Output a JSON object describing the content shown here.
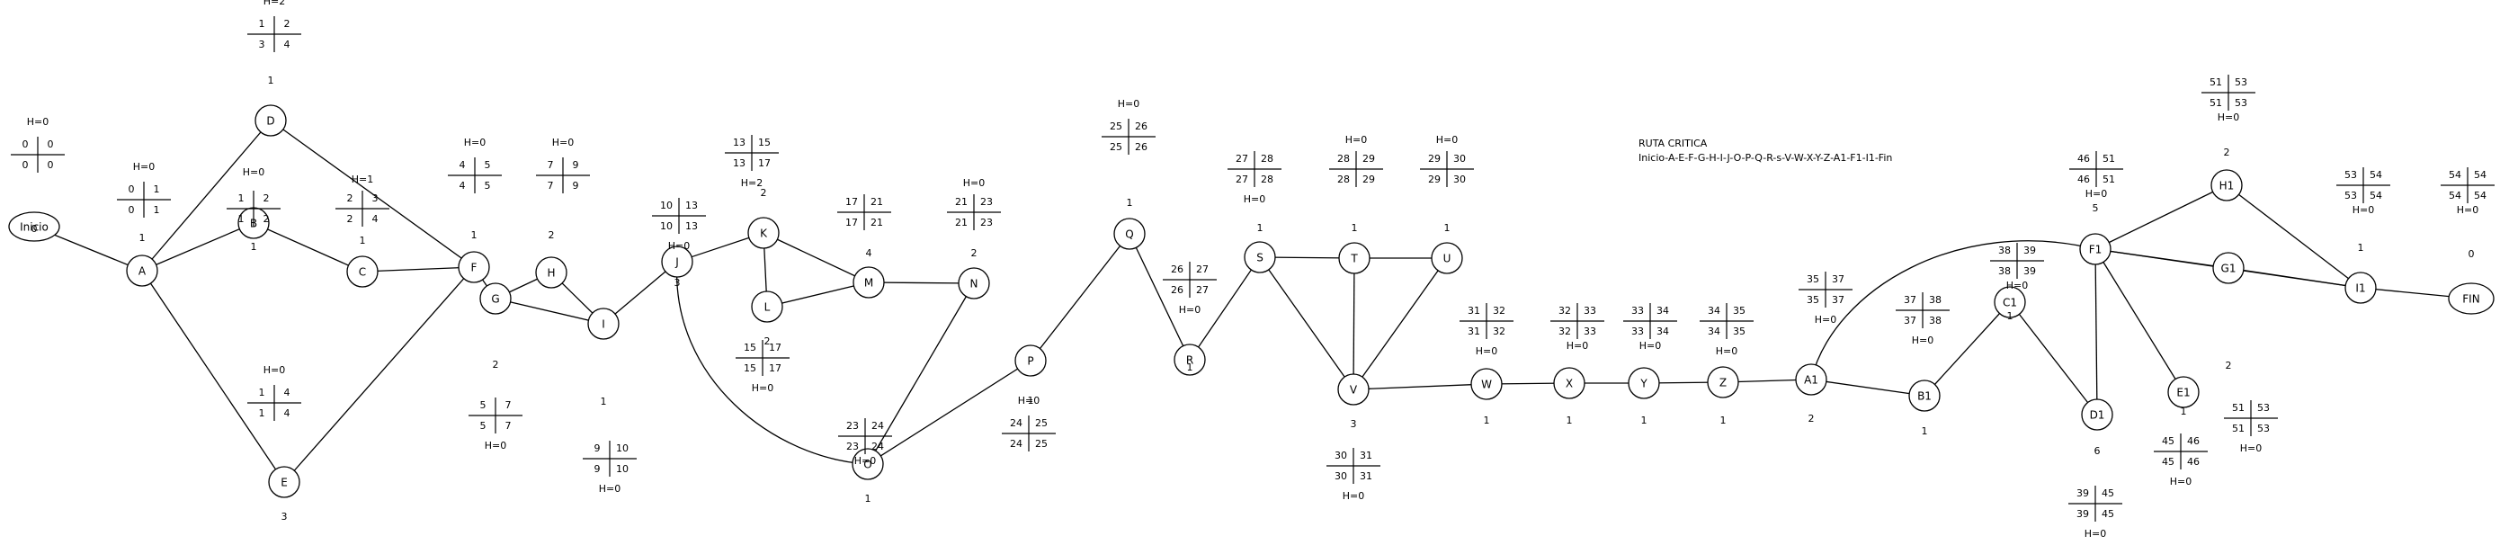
{
  "critical_path": {
    "title": "RUTA CRITICA",
    "sequence": "Inicio-A-E-F-G-H-I-J-O-P-Q-R-s-V-W-X-Y-Z-A1-F1-I1-Fin"
  },
  "nodes": [
    {
      "id": "Inicio",
      "label": "Inicio",
      "duration": "0",
      "es": "0",
      "ef": "0",
      "ls": "0",
      "lf": "0",
      "h": "H=0"
    },
    {
      "id": "A",
      "label": "A",
      "duration": "1",
      "es": "0",
      "ef": "1",
      "ls": "0",
      "lf": "1",
      "h": "H=0"
    },
    {
      "id": "D",
      "label": "D",
      "duration": "1",
      "es": "1",
      "ef": "2",
      "ls": "3",
      "lf": "4",
      "h": "H=2"
    },
    {
      "id": "B",
      "label": "B",
      "duration": "1",
      "es": "1",
      "ef": "2",
      "ls": "1",
      "lf": "2",
      "h": "H=0"
    },
    {
      "id": "C",
      "label": "C",
      "duration": "1",
      "es": "2",
      "ef": "3",
      "ls": "2",
      "lf": "4",
      "h": "H=1"
    },
    {
      "id": "E",
      "label": "E",
      "duration": "3",
      "es": "1",
      "ef": "4",
      "ls": "1",
      "lf": "4",
      "h": "H=0"
    },
    {
      "id": "F",
      "label": "F",
      "duration": "1",
      "es": "4",
      "ef": "5",
      "ls": "4",
      "lf": "5",
      "h": "H=0"
    },
    {
      "id": "G",
      "label": "G",
      "duration": "2",
      "es": "5",
      "ef": "7",
      "ls": "5",
      "lf": "7",
      "h": "H=0"
    },
    {
      "id": "H",
      "label": "H",
      "duration": "2",
      "es": "7",
      "ef": "9",
      "ls": "7",
      "lf": "9",
      "h": "H=0"
    },
    {
      "id": "I",
      "label": "I",
      "duration": "1",
      "es": "9",
      "ef": "10",
      "ls": "9",
      "lf": "10",
      "h": "H=0"
    },
    {
      "id": "J",
      "label": "J",
      "duration": "3",
      "es": "10",
      "ef": "13",
      "ls": "10",
      "lf": "13",
      "h": "H=0"
    },
    {
      "id": "K",
      "label": "K",
      "duration": "2",
      "es": "13",
      "ef": "15",
      "ls": "13",
      "lf": "17",
      "h": "H=2"
    },
    {
      "id": "L",
      "label": "L",
      "duration": "2",
      "es": "15",
      "ef": "17",
      "ls": "15",
      "lf": "17",
      "h": "H=0"
    },
    {
      "id": "M",
      "label": "M",
      "duration": "4",
      "es": "17",
      "ef": "21",
      "ls": "17",
      "lf": "21",
      "h": ""
    },
    {
      "id": "N",
      "label": "N",
      "duration": "2",
      "es": "21",
      "ef": "23",
      "ls": "21",
      "lf": "23",
      "h": "H=0"
    },
    {
      "id": "O",
      "label": "O",
      "duration": "1",
      "es": "23",
      "ef": "24",
      "ls": "23",
      "lf": "24",
      "h": "H=0"
    },
    {
      "id": "P",
      "label": "P",
      "duration": "1",
      "es": "24",
      "ef": "25",
      "ls": "24",
      "lf": "25",
      "h": "H=0"
    },
    {
      "id": "Q",
      "label": "Q",
      "duration": "1",
      "es": "25",
      "ef": "26",
      "ls": "25",
      "lf": "26",
      "h": "H=0"
    },
    {
      "id": "R",
      "label": "R",
      "duration": "1",
      "es": "26",
      "ef": "27",
      "ls": "26",
      "lf": "27",
      "h": "H=0"
    },
    {
      "id": "S",
      "label": "S",
      "duration": "1",
      "es": "27",
      "ef": "28",
      "ls": "27",
      "lf": "28",
      "h": "H=0"
    },
    {
      "id": "T",
      "label": "T",
      "duration": "1",
      "es": "28",
      "ef": "29",
      "ls": "28",
      "lf": "29",
      "h": "H=0"
    },
    {
      "id": "U",
      "label": "U",
      "duration": "1",
      "es": "29",
      "ef": "30",
      "ls": "29",
      "lf": "30",
      "h": "H=0"
    },
    {
      "id": "V",
      "label": "V",
      "duration": "3",
      "es": "30",
      "ef": "31",
      "ls": "30",
      "lf": "31",
      "h": "H=0"
    },
    {
      "id": "W",
      "label": "W",
      "duration": "1",
      "es": "31",
      "ef": "32",
      "ls": "31",
      "lf": "32",
      "h": "H=0"
    },
    {
      "id": "X",
      "label": "X",
      "duration": "1",
      "es": "32",
      "ef": "33",
      "ls": "32",
      "lf": "33",
      "h": "H=0"
    },
    {
      "id": "Y",
      "label": "Y",
      "duration": "1",
      "es": "33",
      "ef": "34",
      "ls": "33",
      "lf": "34",
      "h": "H=0"
    },
    {
      "id": "Z",
      "label": "Z",
      "duration": "1",
      "es": "34",
      "ef": "35",
      "ls": "34",
      "lf": "35",
      "h": "H=0"
    },
    {
      "id": "A1",
      "label": "A1",
      "duration": "2",
      "es": "35",
      "ef": "37",
      "ls": "35",
      "lf": "37",
      "h": "H=0"
    },
    {
      "id": "B1",
      "label": "B1",
      "duration": "1",
      "es": "37",
      "ef": "38",
      "ls": "37",
      "lf": "38",
      "h": "H=0"
    },
    {
      "id": "C1",
      "label": "C1",
      "duration": "1",
      "es": "38",
      "ef": "39",
      "ls": "38",
      "lf": "39",
      "h": "H=0"
    },
    {
      "id": "D1",
      "label": "D1",
      "duration": "6",
      "es": "39",
      "ef": "45",
      "ls": "39",
      "lf": "45",
      "h": "H=0"
    },
    {
      "id": "E1",
      "label": "E1",
      "duration": "1",
      "es": "45",
      "ef": "46",
      "ls": "45",
      "lf": "46",
      "h": "H=0"
    },
    {
      "id": "F1",
      "label": "F1",
      "duration": "5",
      "es": "46",
      "ef": "51",
      "ls": "46",
      "lf": "51",
      "h": "H=0"
    },
    {
      "id": "G1",
      "label": "G1",
      "duration": "2",
      "es": "51",
      "ef": "53",
      "ls": "51",
      "lf": "53",
      "h": "H=0"
    },
    {
      "id": "H1",
      "label": "H1",
      "duration": "2",
      "es": "51",
      "ef": "53",
      "ls": "51",
      "lf": "53",
      "h": "H=0"
    },
    {
      "id": "I1",
      "label": "I1",
      "duration": "1",
      "es": "53",
      "ef": "54",
      "ls": "53",
      "lf": "54",
      "h": "H=0"
    },
    {
      "id": "FIN",
      "label": "FIN",
      "duration": "0",
      "es": "54",
      "ef": "54",
      "ls": "54",
      "lf": "54",
      "h": "H=0"
    }
  ]
}
